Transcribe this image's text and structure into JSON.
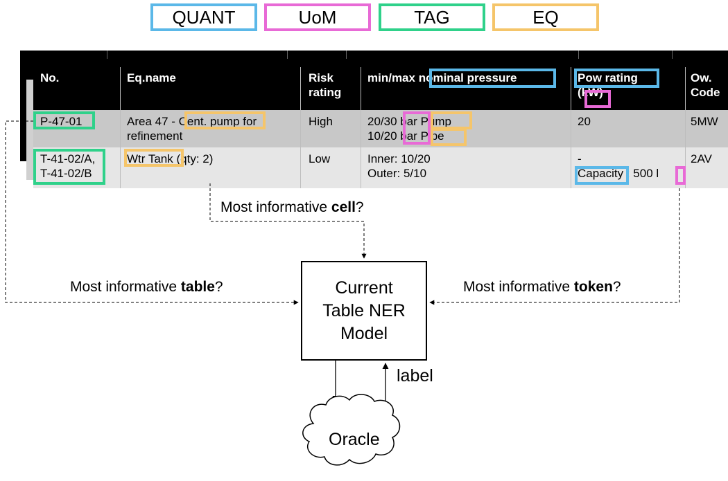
{
  "legend": {
    "quant": "QUANT",
    "uom": "UoM",
    "tag": "TAG",
    "eq": "EQ"
  },
  "colors": {
    "quant": "#5bb8e8",
    "uom": "#e86ad6",
    "tag": "#2fd18a",
    "eq": "#f5c56a"
  },
  "table": {
    "headers": {
      "no": "No.",
      "eq_name": "Eq.name",
      "risk": [
        "Risk",
        "rating"
      ],
      "pressure_prefix": "min/max ",
      "pressure_quant": "nominal pressure",
      "power_quant": "Pow rating",
      "power_open": "(",
      "power_unit": "kW",
      "power_close": ")",
      "owner": [
        "Ow.",
        "Code"
      ]
    },
    "row1": {
      "no": "P-47-01",
      "eq_prefix": "Area 47 - ",
      "eq_entity": "Cent. pump",
      "eq_suffix": " for",
      "eq_line2": "refinement",
      "risk": "High",
      "p1_value": "20/30 ",
      "p1_unit": "bar",
      "p1_eq": "Pump",
      "p2_value": "10/20 ",
      "p2_unit": "bar",
      "p2_eq": "Pipe",
      "power": "20",
      "owner": "5MW"
    },
    "row2": {
      "no_a": "T-41-02/A",
      "no_a_sep": ",",
      "no_b": "T-41-02/B",
      "eq_entity": "Wtr Tank",
      "eq_suffix": " (qty: 2)",
      "risk": "Low",
      "p_line1": "Inner: 10/20",
      "p_line2": "Outer: 5/10",
      "power_line1": "-",
      "capacity_quant": "Capacity",
      "capacity_value": " : 500 ",
      "capacity_unit": "l",
      "owner": "2AV"
    }
  },
  "questions": {
    "cell_prefix": "Most informative ",
    "cell_bold": "cell",
    "cell_suffix": "?",
    "table_prefix": "Most informative ",
    "table_bold": "table",
    "table_suffix": "?",
    "token_prefix": "Most informative ",
    "token_bold": "token",
    "token_suffix": "?"
  },
  "model": {
    "line1": "Current",
    "line2": "Table NER",
    "line3": "Model"
  },
  "label": "label",
  "oracle": "Oracle"
}
